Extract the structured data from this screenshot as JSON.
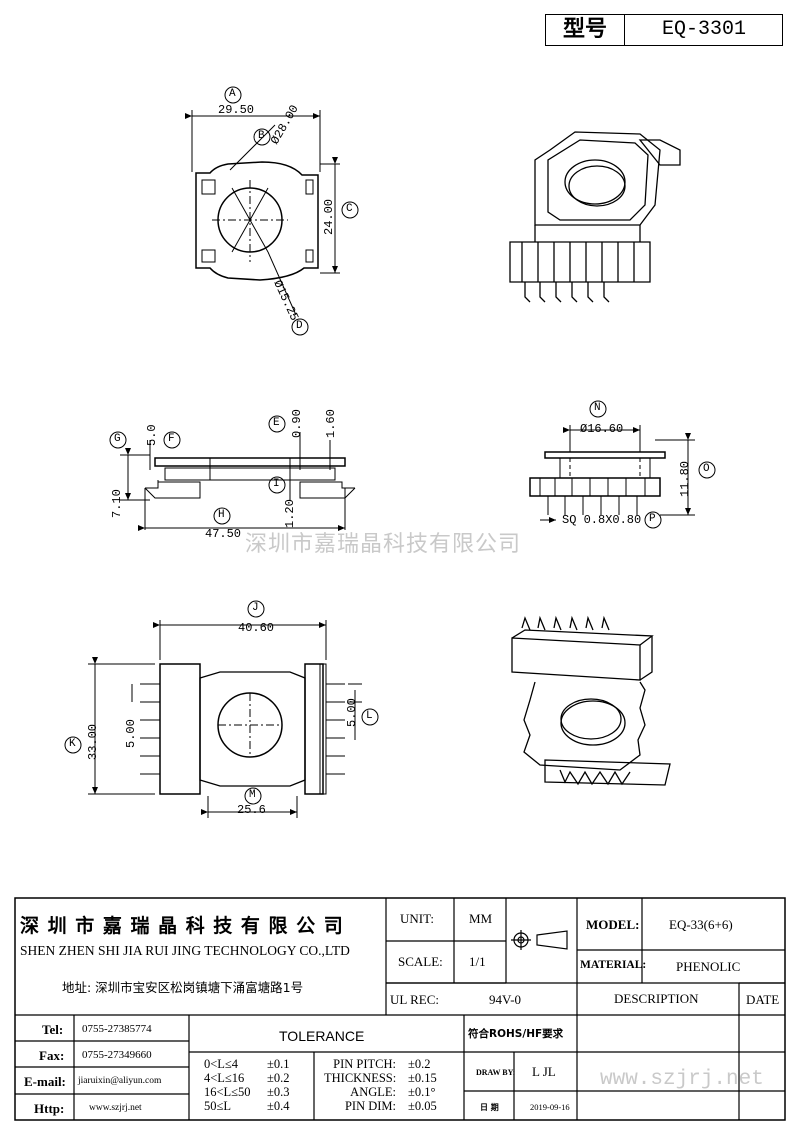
{
  "header": {
    "label": "型号",
    "part_number": "EQ-3301"
  },
  "watermark": {
    "company": "深圳市嘉瑞晶科技有限公司",
    "site": "www.szjrj.net"
  },
  "top_view": {
    "A": "A",
    "A_value": "29.50",
    "B": "B",
    "B_value": "Ø28.00",
    "C": "C",
    "C_value": "24.00",
    "D": "D",
    "D_value": "Ø15.25"
  },
  "side_view": {
    "E": "E",
    "E_value": "0.90",
    "F": "F",
    "F_value": "5.0",
    "G": "G",
    "G_value": "7.10",
    "H": "H",
    "H_value": "47.50",
    "I": "I",
    "I_value": "1.20",
    "top_value": "1.60"
  },
  "end_view": {
    "N": "N",
    "N_value": "Ø16.60",
    "O": "O",
    "O_value": "11.80",
    "P": "P",
    "P_value": "SQ 0.8X0.80"
  },
  "bottom_view": {
    "J": "J",
    "J_value": "40.60",
    "K": "K",
    "K_value": "33.00",
    "L": "L",
    "L_value": "5.00",
    "M": "M",
    "M_value": "25.6",
    "left_pitch": "5.00"
  },
  "title_block": {
    "company_cn": "深 圳 市 嘉 瑞 晶 科 技 有 限 公 司",
    "company_en": "SHEN ZHEN SHI  JIA RUI JING  TECHNOLOGY CO.,LTD",
    "address": "地址: 深圳市宝安区松岗镇塘下涌富塘路1号",
    "unit_label": "UNIT:",
    "unit_value": "MM",
    "scale_label": "SCALE:",
    "scale_value": "1/1",
    "ul_label": "UL REC:",
    "ul_value": "94V-0",
    "model_label": "MODEL:",
    "model_value": "EQ-33(6+6)",
    "material_label": "MATERIAL:",
    "material_value": "PHENOLIC",
    "description_label": "DESCRIPTION",
    "date_label": "DATE",
    "tel_label": "Tel:",
    "tel_value": "0755-27385774",
    "fax_label": "Fax:",
    "fax_value": "0755-27349660",
    "email_label": "E-mail:",
    "email_value": "jiaruixin@aliyun.com",
    "http_label": "Http:",
    "http_value": "www.szjrj.net",
    "tolerance_label": "TOLERANCE",
    "tol_rows": [
      {
        "range": "0<L≤4",
        "tol": "±0.1"
      },
      {
        "range": "4<L≤16",
        "tol": "±0.2"
      },
      {
        "range": "16<L≤50",
        "tol": "±0.3"
      },
      {
        "range": "50≤L",
        "tol": "±0.4"
      }
    ],
    "tol_params": [
      {
        "name": "PIN PITCH:",
        "tol": "±0.2"
      },
      {
        "name": "THICKNESS:",
        "tol": "±0.15"
      },
      {
        "name": "ANGLE:",
        "tol": "±0.1°"
      },
      {
        "name": "PIN DIM:",
        "tol": "±0.05"
      }
    ],
    "rohs": "符合ROHS/HF要求",
    "draw_by_label": "DRAW BY:",
    "draw_by_value": "L JL",
    "date_cn_label": "日 期",
    "date_value": "2019-09-16"
  }
}
